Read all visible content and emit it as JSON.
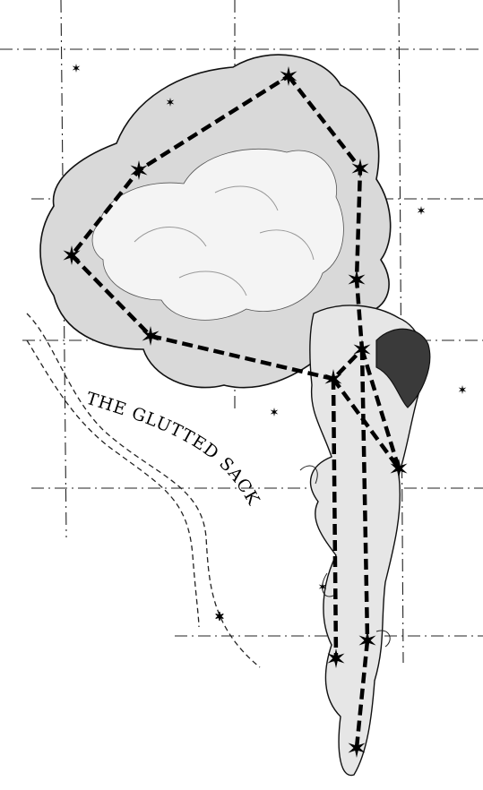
{
  "title": "THE GLUTTED SACK",
  "colors": {
    "ink": "#000000",
    "paper": "#ffffff",
    "shade": "#d9d9d9"
  },
  "constellation": {
    "name": "THE GLUTTED SACK",
    "main_stars": [
      "star-1",
      "star-2",
      "star-3",
      "star-4",
      "star-5",
      "star-6",
      "star-7",
      "star-8",
      "star-9",
      "star-10",
      "star-11",
      "star-12"
    ],
    "background_stars": [
      "bg-star-1",
      "bg-star-2",
      "bg-star-3",
      "bg-star-4",
      "bg-star-5",
      "bg-star-6",
      "bg-star-7",
      "bg-star-8"
    ]
  }
}
